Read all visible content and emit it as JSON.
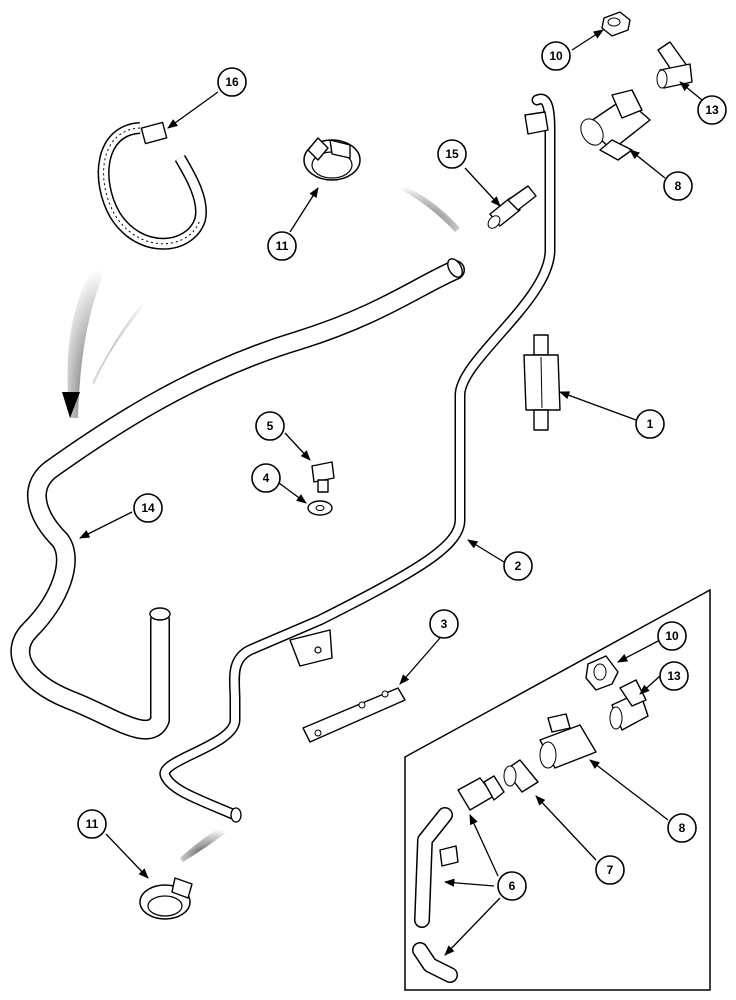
{
  "diagram": {
    "callouts": [
      {
        "id": "callout-16",
        "label": "16"
      },
      {
        "id": "callout-11-top",
        "label": "11"
      },
      {
        "id": "callout-15",
        "label": "15"
      },
      {
        "id": "callout-10-top",
        "label": "10"
      },
      {
        "id": "callout-13-top",
        "label": "13"
      },
      {
        "id": "callout-8-top",
        "label": "8"
      },
      {
        "id": "callout-1",
        "label": "1"
      },
      {
        "id": "callout-5",
        "label": "5"
      },
      {
        "id": "callout-4",
        "label": "4"
      },
      {
        "id": "callout-14",
        "label": "14"
      },
      {
        "id": "callout-2",
        "label": "2"
      },
      {
        "id": "callout-3",
        "label": "3"
      },
      {
        "id": "callout-10-inset",
        "label": "10"
      },
      {
        "id": "callout-13-inset",
        "label": "13"
      },
      {
        "id": "callout-8-inset",
        "label": "8"
      },
      {
        "id": "callout-7",
        "label": "7"
      },
      {
        "id": "callout-6",
        "label": "6"
      },
      {
        "id": "callout-11-bottom",
        "label": "11"
      }
    ]
  }
}
